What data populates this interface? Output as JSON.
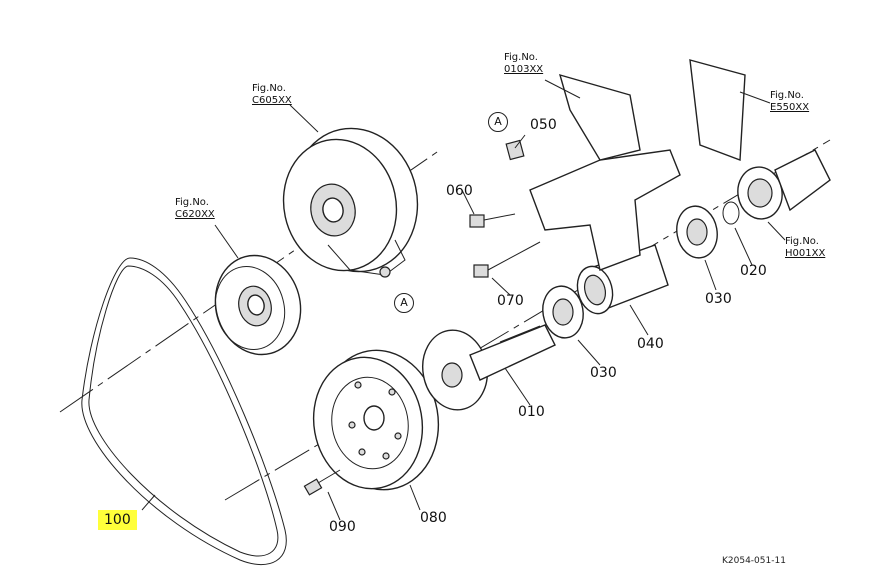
{
  "parts": {
    "p010": "010",
    "p020": "020",
    "p030a": "030",
    "p030b": "030",
    "p040": "040",
    "p050": "050",
    "p060": "060",
    "p070": "070",
    "p080": "080",
    "p090": "090",
    "p100": "100"
  },
  "figs": {
    "c605": {
      "line1": "Fig.No.",
      "line2": "C605XX"
    },
    "c620": {
      "line1": "Fig.No.",
      "line2": "C620XX"
    },
    "f0103": {
      "line1": "Fig.No.",
      "line2": "0103XX"
    },
    "e550": {
      "line1": "Fig.No.",
      "line2": "E550XX"
    },
    "h001": {
      "line1": "Fig.No.",
      "line2": "H001XX"
    }
  },
  "markers": {
    "a1": "A",
    "a2": "A"
  },
  "reference_code": "K2054-051-11",
  "colors": {
    "highlight": "#ffff3a",
    "line": "#222222"
  }
}
